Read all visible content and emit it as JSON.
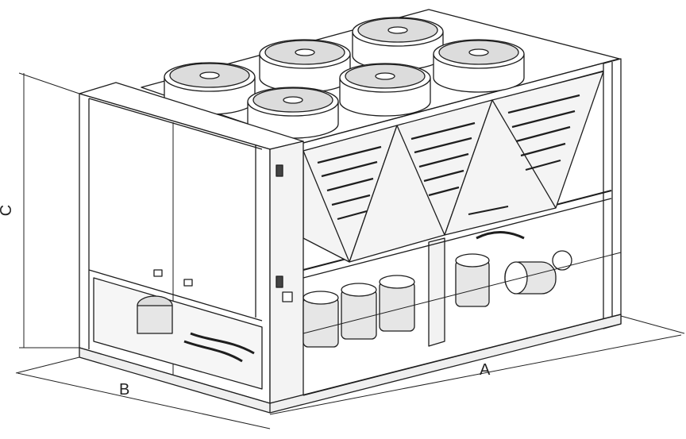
{
  "dimensions": {
    "a": "A",
    "b": "B",
    "c": "C"
  },
  "colors": {
    "line": "#1e1e1e",
    "panel": "#ffffff",
    "shade": "#e9e9e9",
    "dark": "#9a9a9a"
  }
}
